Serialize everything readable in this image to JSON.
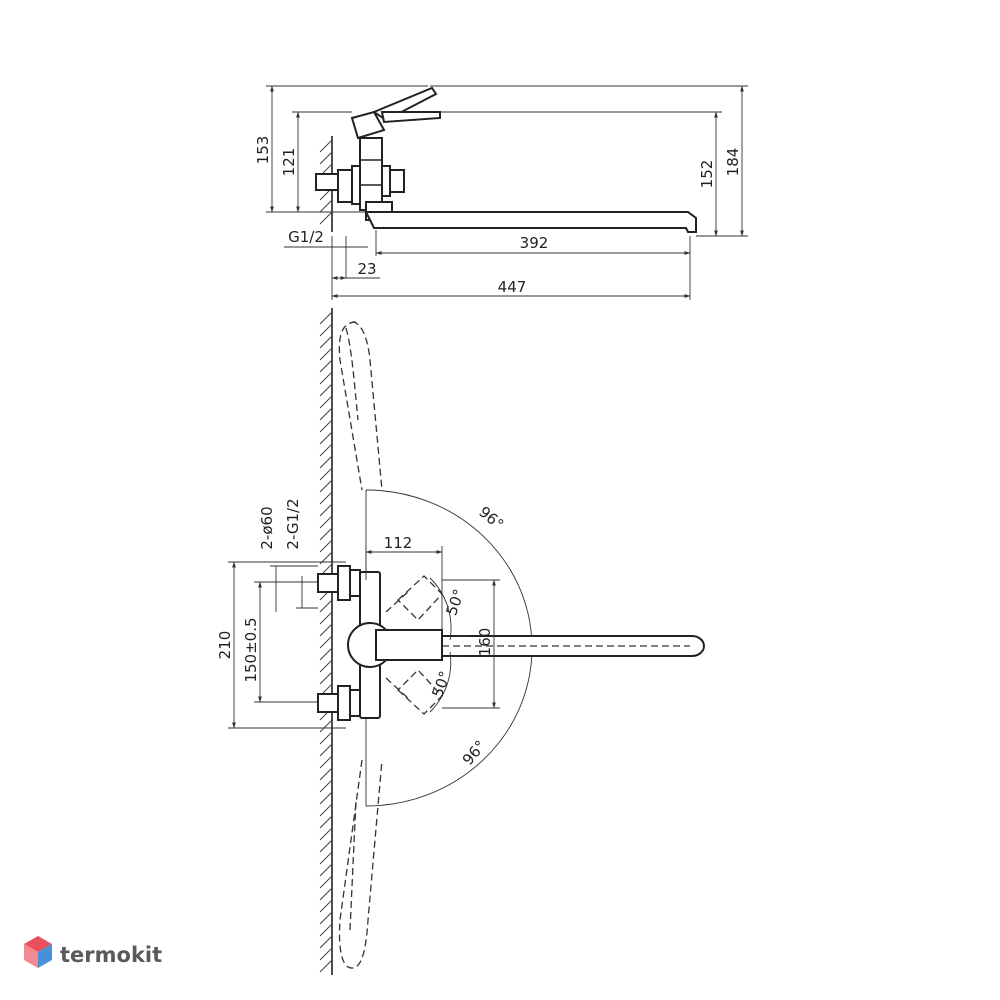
{
  "side_view": {
    "dims": {
      "h_153": "153",
      "h_121": "121",
      "h_152": "152",
      "h_184": "184",
      "thread": "G1/2",
      "len_392": "392",
      "len_23": "23",
      "len_447": "447"
    }
  },
  "top_view": {
    "dims": {
      "ecc_dia": "2-ø60",
      "thread": "2-G1/2",
      "h_210": "210",
      "h_150": "150±0.5",
      "len_112": "112",
      "h_160": "160",
      "angle_handle_up": "50°",
      "angle_handle_down": "50°",
      "angle_spout_up": "96°",
      "angle_spout_down": "96°"
    }
  },
  "logo": {
    "text": "termokit"
  },
  "colors": {
    "line": "#222222",
    "logo_text": "#5a5a5a",
    "logo_red": "#e8505b",
    "logo_blue": "#4a90d9"
  }
}
